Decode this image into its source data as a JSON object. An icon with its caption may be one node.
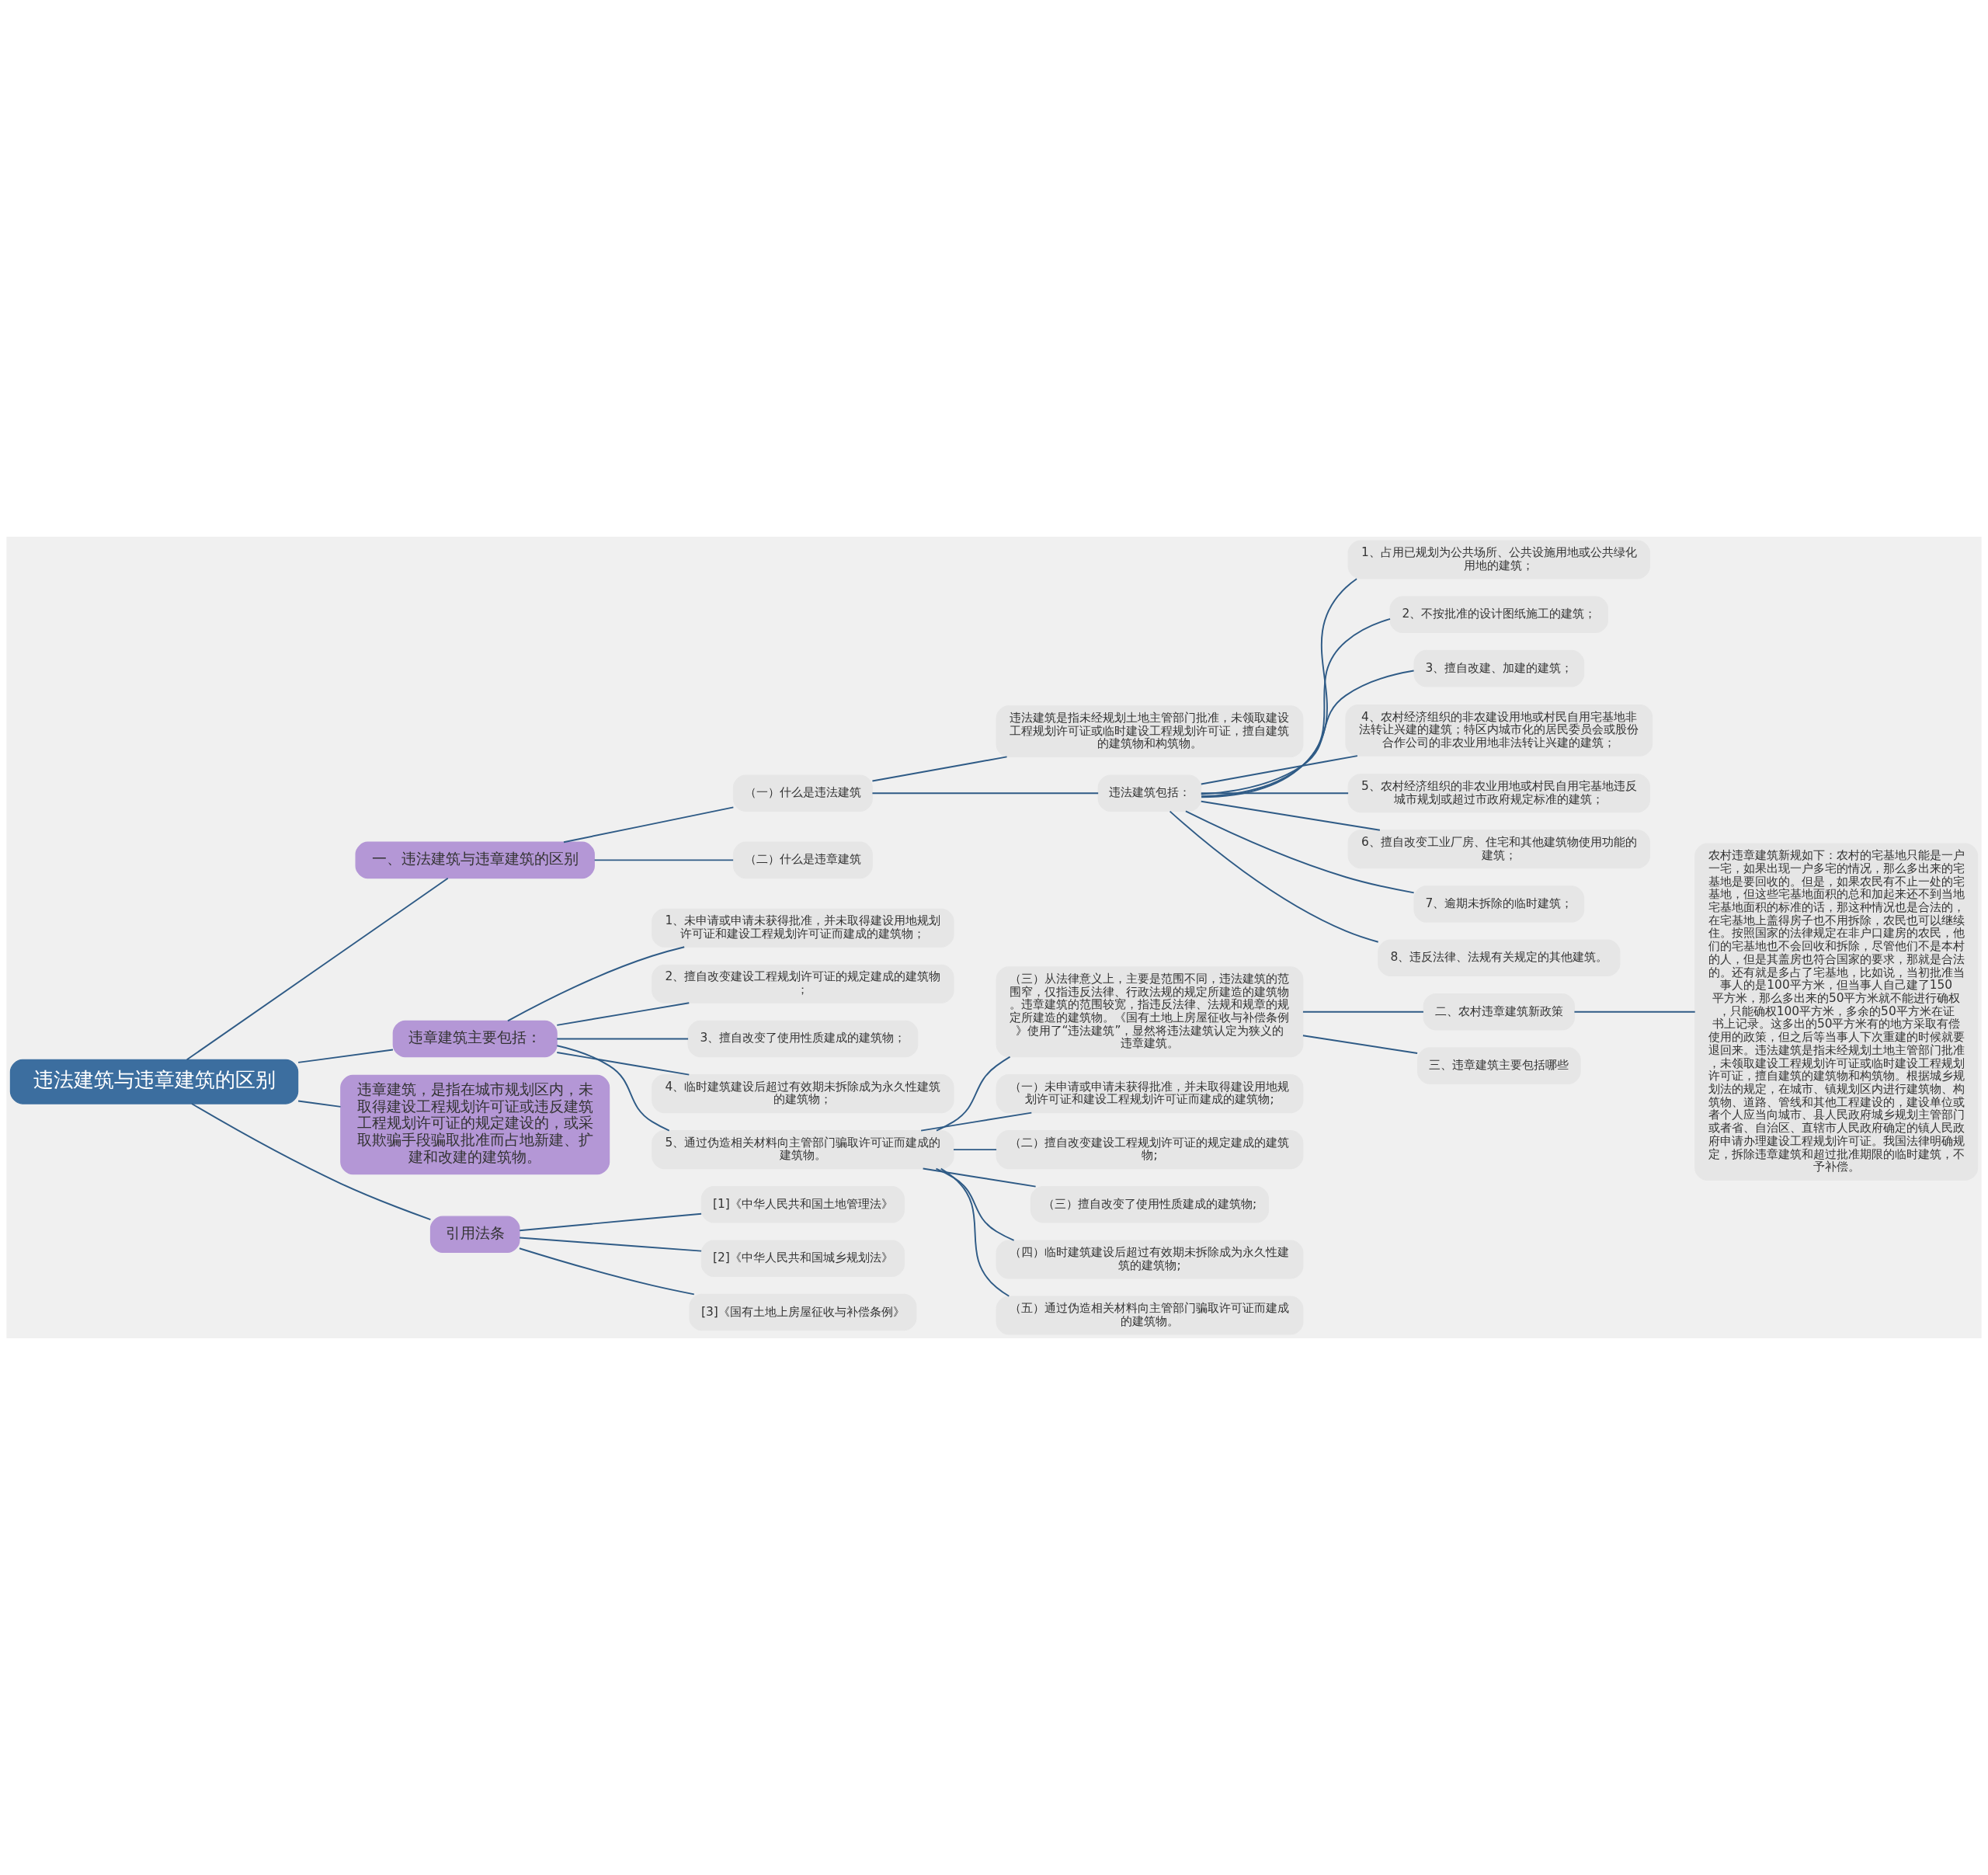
{
  "diagram": {
    "nodes": [
      {
        "text": [
          "违法建筑与违章建筑的区别"
        ]
      },
      {
        "text": [
          "一、违法建筑与违章建筑的区别"
        ]
      },
      {
        "text": [
          "（一）什么是违法建筑"
        ]
      },
      {
        "text": [
          "违法建筑是指未经规划土地主管部门批准，未领取建设工程规划许可证或临时建设工程规划许可证，擅自建筑的建筑物和构筑物。"
        ]
      },
      {
        "text": [
          "违法建筑包括："
        ]
      },
      {
        "text": [
          "1、占用已规划为公共场所、公共设施用地或公共绿化用地的建筑；"
        ]
      },
      {
        "text": [
          "2、不按批准的设计图纸施工的建筑；"
        ]
      },
      {
        "text": [
          "3、擅自改建、加建的建筑；"
        ]
      },
      {
        "text": [
          "4、农村经济组织的非农建设用地或村民自用宅基地非法转让兴建的建筑；特区内城市化的居民委员会或股份合作公司的非农业用地非法转让兴建的建筑；"
        ]
      },
      {
        "text": [
          "5、农村经济组织的非农业用地或村民自用宅基地违反城市规划或超过市政府规定标准的建筑；"
        ]
      },
      {
        "text": [
          "6、擅自改变工业厂房、住宅和其他建筑物使用功能的建筑；"
        ]
      },
      {
        "text": [
          "7、逾期未拆除的临时建筑；"
        ]
      },
      {
        "text": [
          "8、违反法律、法规有关规定的其他建筑。"
        ]
      },
      {
        "text": [
          "（二）什么是违章建筑"
        ]
      },
      {
        "text": [
          "违章建筑主要包括："
        ]
      },
      {
        "text": [
          "1、未申请或申请未获得批准，并未取得建设用地规划许可证和建设工程规划许可证而建成的建筑物；"
        ]
      },
      {
        "text": [
          "2、擅自改变建设工程规划许可证的规定建成的建筑物；"
        ]
      },
      {
        "text": [
          "3、擅自改变了使用性质建成的建筑物；"
        ]
      },
      {
        "text": [
          "4、临时建筑建设后超过有效期未拆除成为永久性建筑的建筑物；"
        ]
      },
      {
        "text": [
          "5、通过伪造相关材料向主管部门骗取许可证而建成的建筑物。"
        ]
      },
      {
        "text": [
          "（三）从法律意义上，主要是范围不同，违法建筑的范围窄，仅指违反法律、行政法规的规定所建造的建筑物。违章建筑的范围较宽，指违反法律、法规和规章的规定所建造的建筑物。《国有土地上房屋征收与补偿条例》使用了“违法建筑”，显然将违法建筑认定为狭义的违章建筑。"
        ]
      },
      {
        "text": [
          "二、农村违章建筑新政策"
        ]
      },
      {
        "text": [
          "农村违章建筑新规如下：农村的宅基地只能是一户一宅，如果出现一户多宅的情况，那么多出来的宅基地是要回收的。但是，如果农民有不止一处的宅基地，但这些宅基地面积的总和加起来还不到当地宅基地面积的标准的话，那这种情况也是合法的，在宅基地上盖得房子也不用拆除，农民也可以继续住。按照国家的法律规定在非户口建房的农民，他们的宅基地也不会回收和拆除，尽管他们不是本村的人，但是其盖房也符合国家的要求，那就是合法的。还有就是多占了宅基地，比如说，当初批准当事人的是100平方米，但当事人自己建了150平方米，那么多出来的50平方米就不能进行确权，只能确权100平方米，多余的50平方米在证书上记录。这多出的50平方米有的地方采取有偿使用的政策，但之后等当事人下次重建的时候就要退回来。违法建筑是指未经规划土地主管部门批准，未领取建设工程规划许可证或临时建设工程规划许可证，擅自建筑的建筑物和构筑物。根据城乡规划法的规定，在城市、镇规划区内进行建筑物、构筑物、道路、管线和其他工程建设的，建设单位或者个人应当向城市、县人民政府城乡规划主管部门或者省、自治区、直辖市人民政府确定的镇人民政府申请办理建设工程规划许可证。我国法律明确规定，拆除违章建筑和超过批准期限的临时建筑，不予补偿。"
        ]
      },
      {
        "text": [
          "三、违章建筑主要包括哪些"
        ]
      },
      {
        "text": [
          "（一）未申请或申请未获得批准，并未取得建设用地规划许可证和建设工程规划许可证而建成的建筑物;"
        ]
      },
      {
        "text": [
          "（二）擅自改变建设工程规划许可证的规定建成的建筑物;"
        ]
      },
      {
        "text": [
          "（三）擅自改变了使用性质建成的建筑物;"
        ]
      },
      {
        "text": [
          "（四）临时建筑建设后超过有效期未拆除成为永久性建筑的建筑物;"
        ]
      },
      {
        "text": [
          "（五）通过伪造相关材料向主管部门骗取许可证而建成的建筑物。"
        ]
      },
      {
        "text": [
          "违章建筑，是指在城市规划区内，未取得建设工程规划许可证或违反建筑工程规划许可证的规定建设的，或采取欺骗手段骗取批准而占地新建、扩建和改建的建筑物。"
        ]
      },
      {
        "text": [
          "引用法条"
        ]
      },
      {
        "text": [
          "[1]《中华人民共和国土地管理法》"
        ]
      },
      {
        "text": [
          "[2]《中华人民共和国城乡规划法》"
        ]
      },
      {
        "text": [
          "[3]《国有土地上房屋征收与补偿条例》"
        ]
      }
    ],
    "edges": [
      {
        "from": 0,
        "to": 1,
        "arrow": "none"
      },
      {
        "from": 1,
        "to": 2,
        "arrow": "none"
      },
      {
        "from": 2,
        "to": 3,
        "arrow": "none"
      },
      {
        "from": 2,
        "to": 4,
        "arrow": "none"
      },
      {
        "from": 4,
        "to": 5,
        "arrow": "none"
      },
      {
        "from": 4,
        "to": 6,
        "arrow": "none"
      },
      {
        "from": 4,
        "to": 7,
        "arrow": "none"
      },
      {
        "from": 4,
        "to": 8,
        "arrow": "none"
      },
      {
        "from": 4,
        "to": 9,
        "arrow": "none"
      },
      {
        "from": 4,
        "to": 10,
        "arrow": "none"
      },
      {
        "from": 4,
        "to": 11,
        "arrow": "none"
      },
      {
        "from": 4,
        "to": 12,
        "arrow": "none"
      },
      {
        "from": 1,
        "to": 13,
        "arrow": "none"
      },
      {
        "from": 0,
        "to": 14,
        "arrow": "none"
      },
      {
        "from": 14,
        "to": 15,
        "arrow": "none"
      },
      {
        "from": 14,
        "to": 16,
        "arrow": "none"
      },
      {
        "from": 14,
        "to": 17,
        "arrow": "none"
      },
      {
        "from": 14,
        "to": 18,
        "arrow": "none"
      },
      {
        "from": 14,
        "to": 19,
        "arrow": "none"
      },
      {
        "from": 19,
        "to": 20,
        "arrow": "none"
      },
      {
        "from": 20,
        "to": 21,
        "arrow": "none"
      },
      {
        "from": 21,
        "to": 22,
        "arrow": "none"
      },
      {
        "from": 20,
        "to": 23,
        "arrow": "none"
      },
      {
        "from": 19,
        "to": 24,
        "arrow": "none"
      },
      {
        "from": 19,
        "to": 25,
        "arrow": "none"
      },
      {
        "from": 19,
        "to": 26,
        "arrow": "none"
      },
      {
        "from": 19,
        "to": 27,
        "arrow": "none"
      },
      {
        "from": 19,
        "to": 28,
        "arrow": "none"
      },
      {
        "from": 0,
        "to": 29,
        "arrow": "none"
      },
      {
        "from": 0,
        "to": 30,
        "arrow": "none"
      },
      {
        "from": 30,
        "to": 31,
        "arrow": "none"
      },
      {
        "from": 30,
        "to": 32,
        "arrow": "none"
      },
      {
        "from": 30,
        "to": 33,
        "arrow": "none"
      }
    ]
  }
}
